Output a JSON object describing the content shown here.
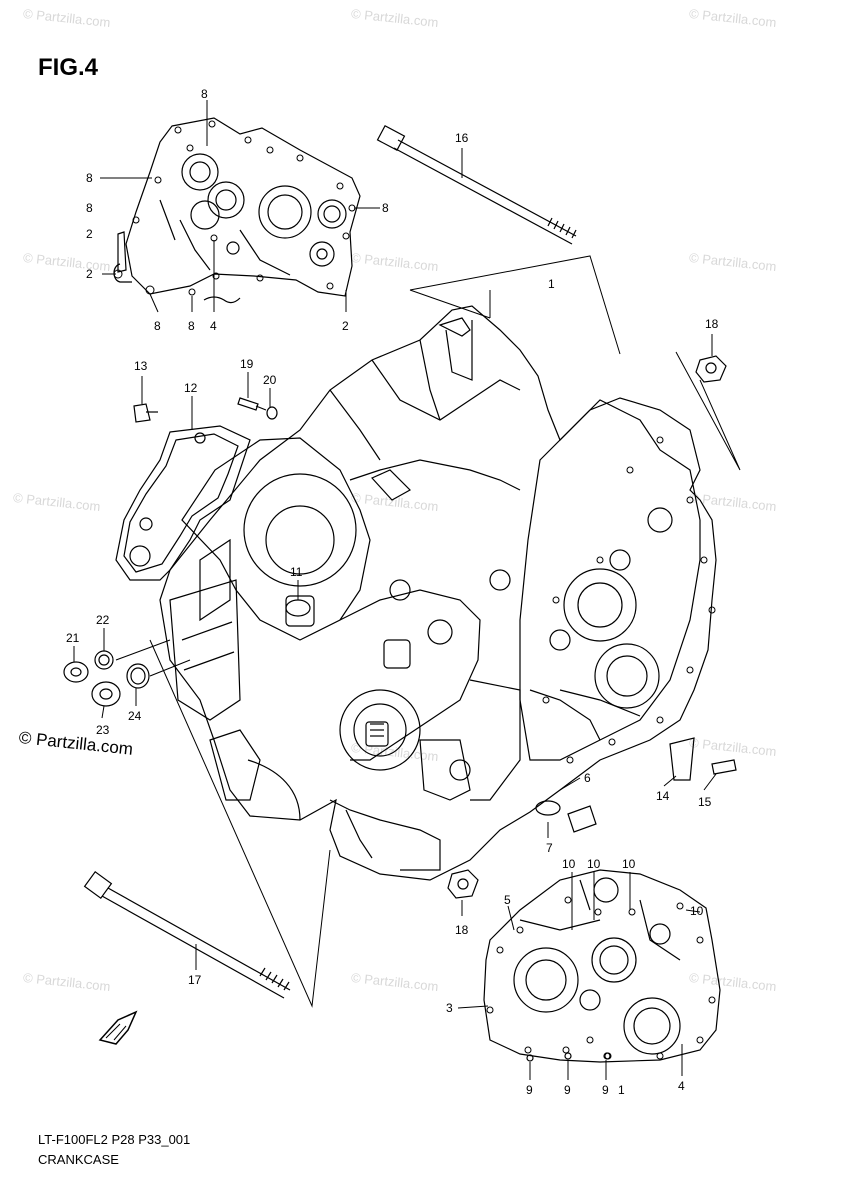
{
  "figure": {
    "title": "FIG.4"
  },
  "footer": {
    "code": "LT-F100FL2 P28 P33_001",
    "name": "CRANKCASE"
  },
  "credit": "© Partzilla.com",
  "watermark": "© Partzilla.com",
  "callouts": {
    "c1": "1",
    "c2": "2",
    "c3": "3",
    "c4": "4",
    "c5": "5",
    "c6": "6",
    "c7": "7",
    "c8": "8",
    "c9": "9",
    "c10": "10",
    "c11": "11",
    "c12": "12",
    "c13": "13",
    "c14": "14",
    "c15": "15",
    "c16": "16",
    "c17": "17",
    "c18": "18",
    "c19": "19",
    "c20": "20",
    "c21": "21",
    "c22": "22",
    "c23": "23",
    "c24": "24"
  }
}
